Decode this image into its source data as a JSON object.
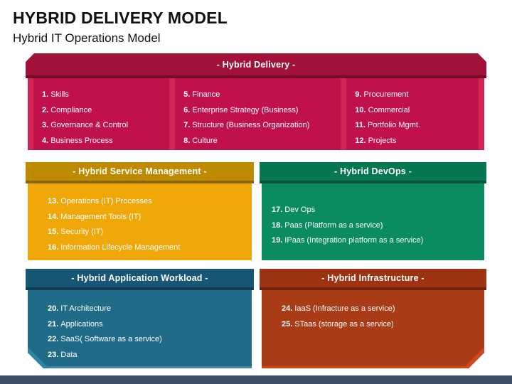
{
  "slide": {
    "title": "HYBRID DELIVERY MODEL",
    "subtitle": "Hybrid IT Operations Model"
  },
  "delivery": {
    "header": "- Hybrid Delivery -",
    "col1": [
      {
        "num": "1.",
        "text": "Skills"
      },
      {
        "num": "2.",
        "text": "Compliance"
      },
      {
        "num": "3.",
        "text": "Governance & Control"
      },
      {
        "num": "4.",
        "text": "Business Process"
      }
    ],
    "col2": [
      {
        "num": "5.",
        "text": "Finance"
      },
      {
        "num": "6.",
        "text": "Enterprise Strategy (Business)"
      },
      {
        "num": "7.",
        "text": "Structure (Business Organization)"
      },
      {
        "num": "8.",
        "text": "Culture"
      }
    ],
    "col3": [
      {
        "num": "9.",
        "text": "Procurement"
      },
      {
        "num": "10.",
        "text": "Commercial"
      },
      {
        "num": "11.",
        "text": "Portfolio Mgmt."
      },
      {
        "num": "12.",
        "text": "Projects"
      }
    ]
  },
  "service_management": {
    "header": "- Hybrid Service Management -",
    "items": [
      {
        "num": "13.",
        "text": "Operations (IT) Processes"
      },
      {
        "num": "14.",
        "text": "Management Tools (IT)"
      },
      {
        "num": "15.",
        "text": "Security (IT)"
      },
      {
        "num": "16.",
        "text": "Information Lifecycle Management"
      }
    ]
  },
  "devops": {
    "header": "- Hybrid DevOps -",
    "items": [
      {
        "num": "17.",
        "text": "Dev Ops"
      },
      {
        "num": "18.",
        "text": "Paas (Platform as a service)"
      },
      {
        "num": "19.",
        "text": "IPaas (Integration platform as a service)"
      }
    ]
  },
  "application_workload": {
    "header": "- Hybrid Application Workload -",
    "items": [
      {
        "num": "20.",
        "text": "IT Architecture"
      },
      {
        "num": "21.",
        "text": "Applications"
      },
      {
        "num": "22.",
        "text": "SaaS( Software as a service)"
      },
      {
        "num": "23.",
        "text": "Data"
      }
    ]
  },
  "infrastructure": {
    "header": "- Hybrid Infrastructure -",
    "items": [
      {
        "num": "24.",
        "text": "IaaS (Infracture as a service)"
      },
      {
        "num": "25.",
        "text": "STaas (storage as a service)"
      }
    ]
  },
  "colors": {
    "delivery_header": "#A21139",
    "delivery_body": "#C1114B",
    "delivery_gap": "#D22557",
    "service_header": "#BE8B00",
    "service_body": "#EFA70A",
    "devops_header": "#077653",
    "devops_body": "#0B8B60",
    "workload_header": "#175674",
    "workload_body": "#206C88",
    "workload_bevel": "#2E86A5",
    "infra_header": "#9D3312",
    "infra_body": "#A93B17",
    "infra_bevel": "#D0491C",
    "footer_bar": "#3F4F66"
  }
}
